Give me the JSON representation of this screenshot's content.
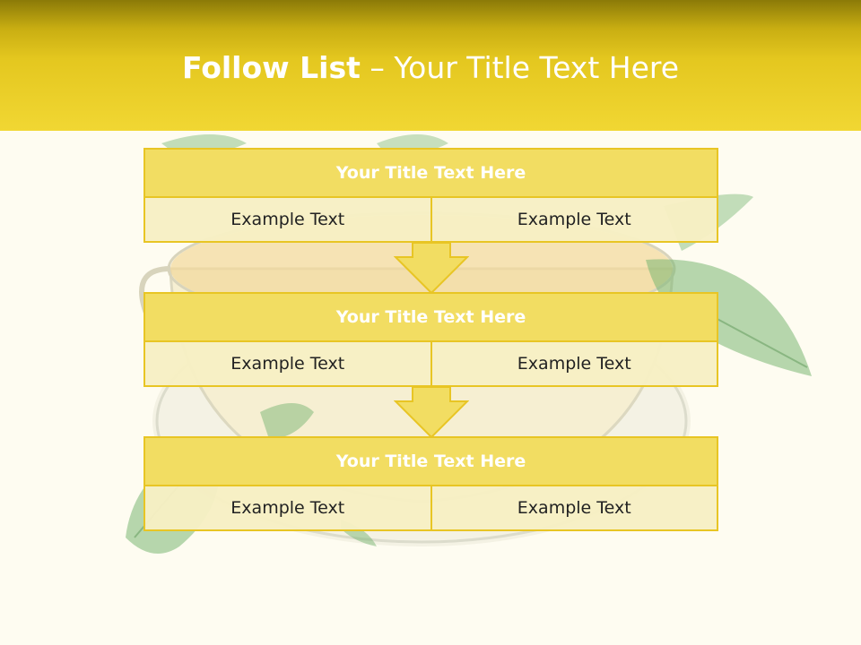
{
  "slide": {
    "title_bold": "Follow List",
    "title_rest": " – Your Title Text Here"
  },
  "blocks": [
    {
      "title": "Your Title Text Here",
      "cells": [
        "Example Text",
        "Example Text"
      ]
    },
    {
      "title": "Your Title Text Here",
      "cells": [
        "Example Text",
        "Example Text"
      ]
    },
    {
      "title": "Your Title Text Here",
      "cells": [
        "Example Text",
        "Example Text"
      ]
    }
  ],
  "colors": {
    "header_gradient_top": "#8b7a08",
    "header_gradient_bottom": "#f1d733",
    "box_fill": "#f2dd62",
    "box_border": "#e8c524",
    "cell_fill": "#f7efc4",
    "background": "#fefcf1"
  }
}
